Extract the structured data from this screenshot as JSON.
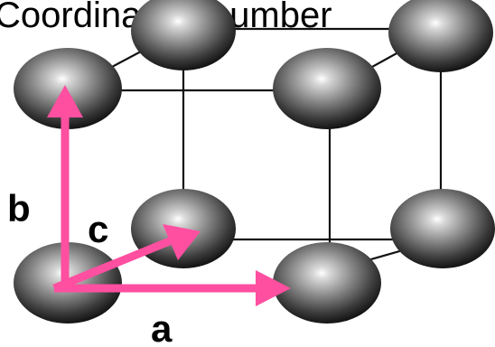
{
  "heading": "Coordination number",
  "axes": {
    "a": "a",
    "b": "b",
    "c": "c"
  },
  "colors": {
    "arrow": "#ff4fa0",
    "edge": "#111111",
    "atom_highlight": "#ffffff",
    "atom_mid": "#8a8a8a",
    "atom_dark": "#1a1a1a",
    "background": "#ffffff"
  }
}
